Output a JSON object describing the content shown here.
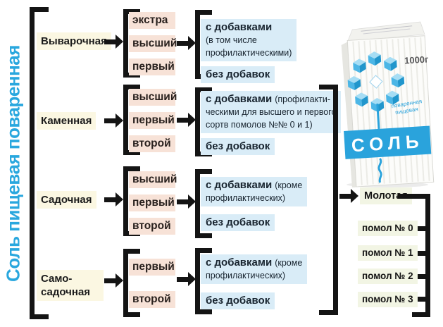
{
  "title": "Соль пищевая поваренная",
  "package": {
    "weight": "1000г",
    "brand": "СОЛЬ",
    "subtitle_line1": "поваренная",
    "subtitle_line2": "пищевая"
  },
  "groups": [
    {
      "type": "Выварочная",
      "grades": [
        "экстра",
        "высший",
        "первый"
      ],
      "with_additives": {
        "lead": "с добавками",
        "note": "\n(в том числе\nпрофилактическими)"
      },
      "without_additives": "без добавок"
    },
    {
      "type": "Каменная",
      "grades": [
        "высший",
        "первый",
        "второй"
      ],
      "with_additives": {
        "lead": "с добавками",
        "note": "(профилакти-\nческими для высшего и первого\nсортв помолов №№ 0 и 1)"
      },
      "without_additives": "без добавок"
    },
    {
      "type": "Садочная",
      "grades": [
        "высший",
        "первый",
        "второй"
      ],
      "with_additives": {
        "lead": "с добавками",
        "note": "(кроме\nпрофилактических)"
      },
      "without_additives": "без добавок"
    },
    {
      "type": "Само-\nсадочная",
      "grades": [
        "первый",
        "второй"
      ],
      "with_additives": {
        "lead": "с добавками",
        "note": "(кроме\nпрофилактических)"
      },
      "without_additives": "без добавок"
    }
  ],
  "ground": {
    "label": "Молотая",
    "grinds": [
      "помол № 0",
      "помол № 1",
      "помол № 2",
      "помол № 3"
    ]
  },
  "colors": {
    "accent_blue": "#29a7de",
    "band_blue": "#2aa3dc",
    "type_bg": "#fbf7e2",
    "grade_bg": "#f7e2d7",
    "additive_bg": "#d9ecf7",
    "grind_bg": "#f2f5e4",
    "line": "#141414"
  }
}
